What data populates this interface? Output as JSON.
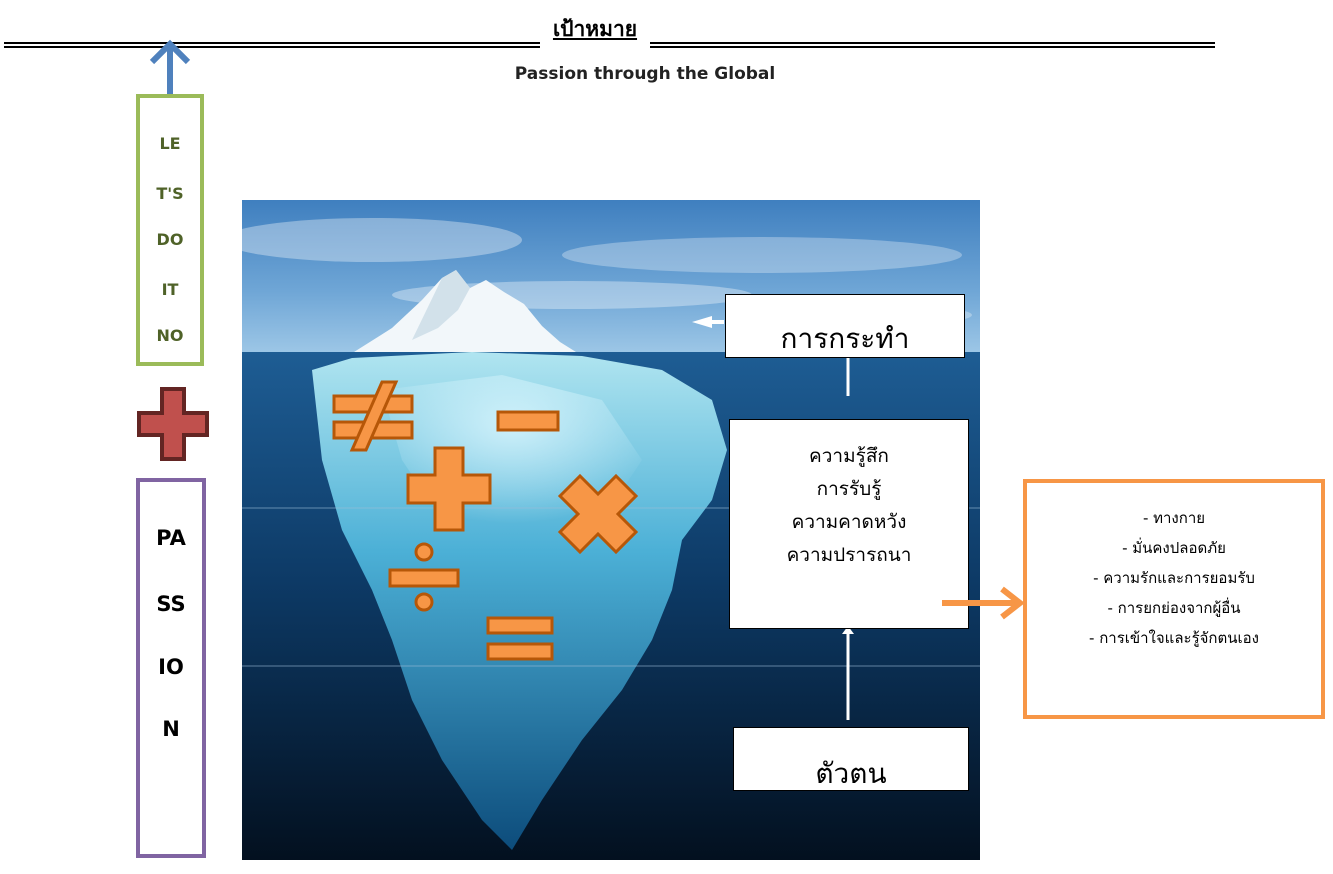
{
  "header": {
    "title": "เป้าหมาย",
    "subtitle": "Passion through the Global"
  },
  "left_column": {
    "letsdo_lines": [
      "LE",
      "T'S",
      "DO",
      "IT",
      "NO"
    ],
    "passion_lines": [
      "PA",
      "SS",
      "IO",
      "N"
    ]
  },
  "iceberg": {
    "action_label": "การกระทำ",
    "feelings_lines": [
      "ความรู้สึก",
      "การรับรู้",
      "ความคาดหวัง",
      "ความปรารถนา"
    ],
    "self_label": "ตัวตน",
    "math_symbols": [
      "≠",
      "−",
      "+",
      "×",
      "÷",
      "="
    ]
  },
  "needs_box": {
    "lines": [
      "- ทางกาย",
      "- มั่นคงปลอดภัย",
      "- ความรักและการยอมรับ",
      "- การยกย่องจากผู้อื่น",
      "- การเข้าใจและรู้จักตนเอง"
    ]
  },
  "colors": {
    "up_arrow": "#4f81bd",
    "letsdo_border": "#9bbb59",
    "letsdo_text": "#4f6228",
    "plus_fill": "#c0504d",
    "plus_stroke": "#632523",
    "passion_border": "#8064a2",
    "math_fill": "#f79646",
    "math_stroke": "#b65708",
    "needs_border": "#f79646",
    "right_arrow": "#f79646"
  }
}
